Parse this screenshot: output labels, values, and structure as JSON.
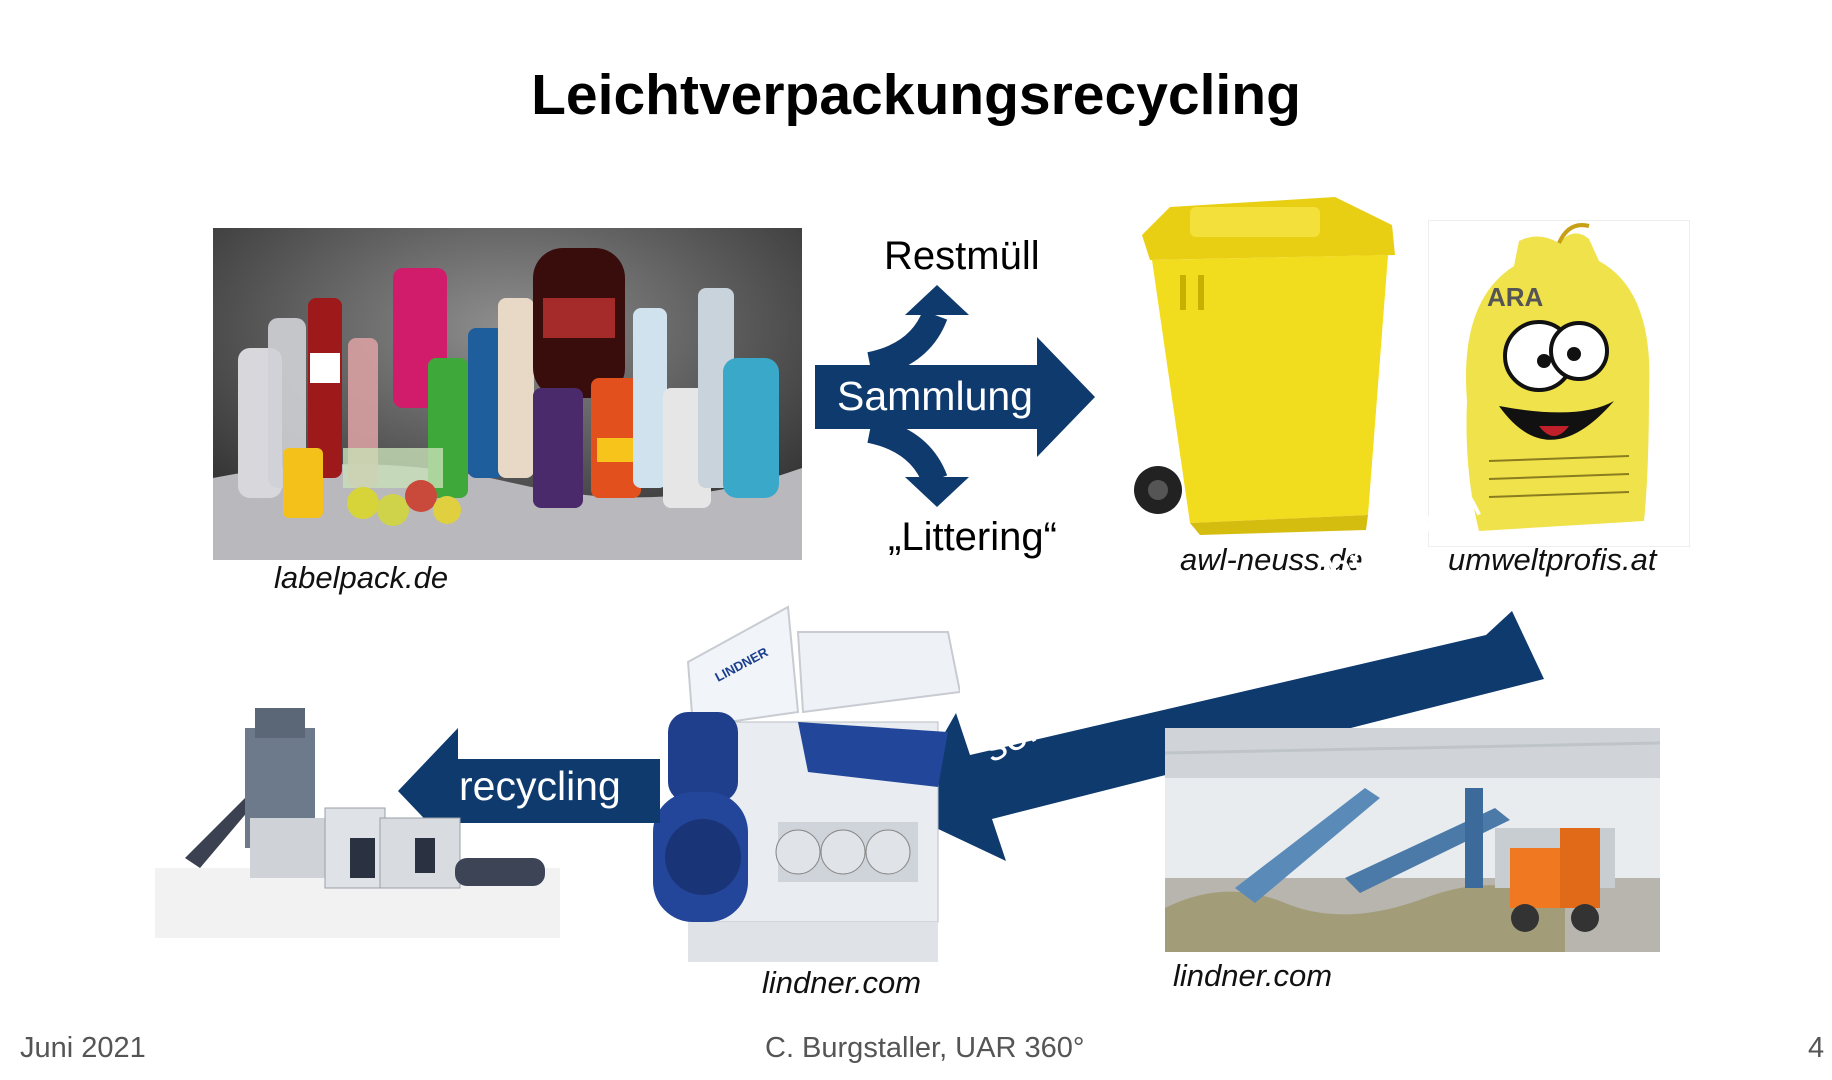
{
  "slide": {
    "title": "Leichtverpackungsrecycling",
    "flow": {
      "up_label": "Restmüll",
      "center_label": "Sammlung",
      "down_label": "„Littering“",
      "diagonal_label": "sortieren, waschen, shreddern",
      "left_label": "recycling"
    },
    "captions": {
      "packaging": "labelpack.de",
      "bin": "awl-neuss.de",
      "bag": "umweltprofis.at",
      "shredder": "lindner.com",
      "plant": "lindner.com"
    },
    "pictures": {
      "bag_print": "ARA",
      "shredder_brand": "LINDNER"
    },
    "footer": {
      "date": "Juni 2021",
      "author": "C. Burgstaller, UAR 360°",
      "page": "4"
    },
    "colors": {
      "arrow": "#0e3a6e",
      "bin": "#f2dc1e",
      "bag": "#f0e24a"
    }
  }
}
